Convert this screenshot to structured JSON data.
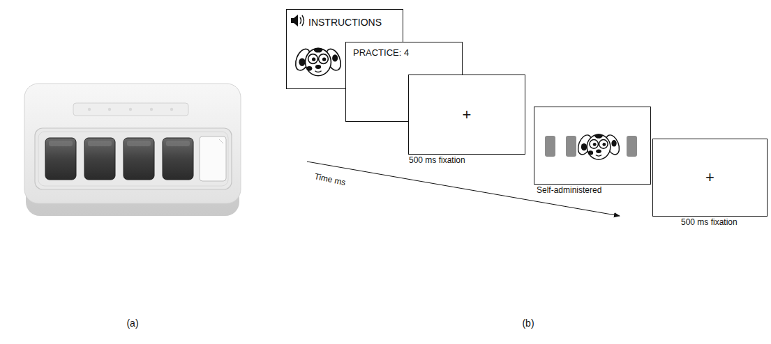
{
  "diagram": {
    "nodes": [
      {
        "text": [
          "INSTRUCTIONS"
        ]
      },
      {
        "text": [
          "PRACTICE: 4"
        ]
      },
      {
        "text": [
          "+",
          "500 ms fixation"
        ]
      },
      {
        "text": [
          "Self-administered"
        ]
      },
      {
        "text": [
          "+",
          "500 ms fixation"
        ]
      }
    ],
    "labels": [
      "Time ms",
      "(a)",
      "(b)"
    ]
  }
}
